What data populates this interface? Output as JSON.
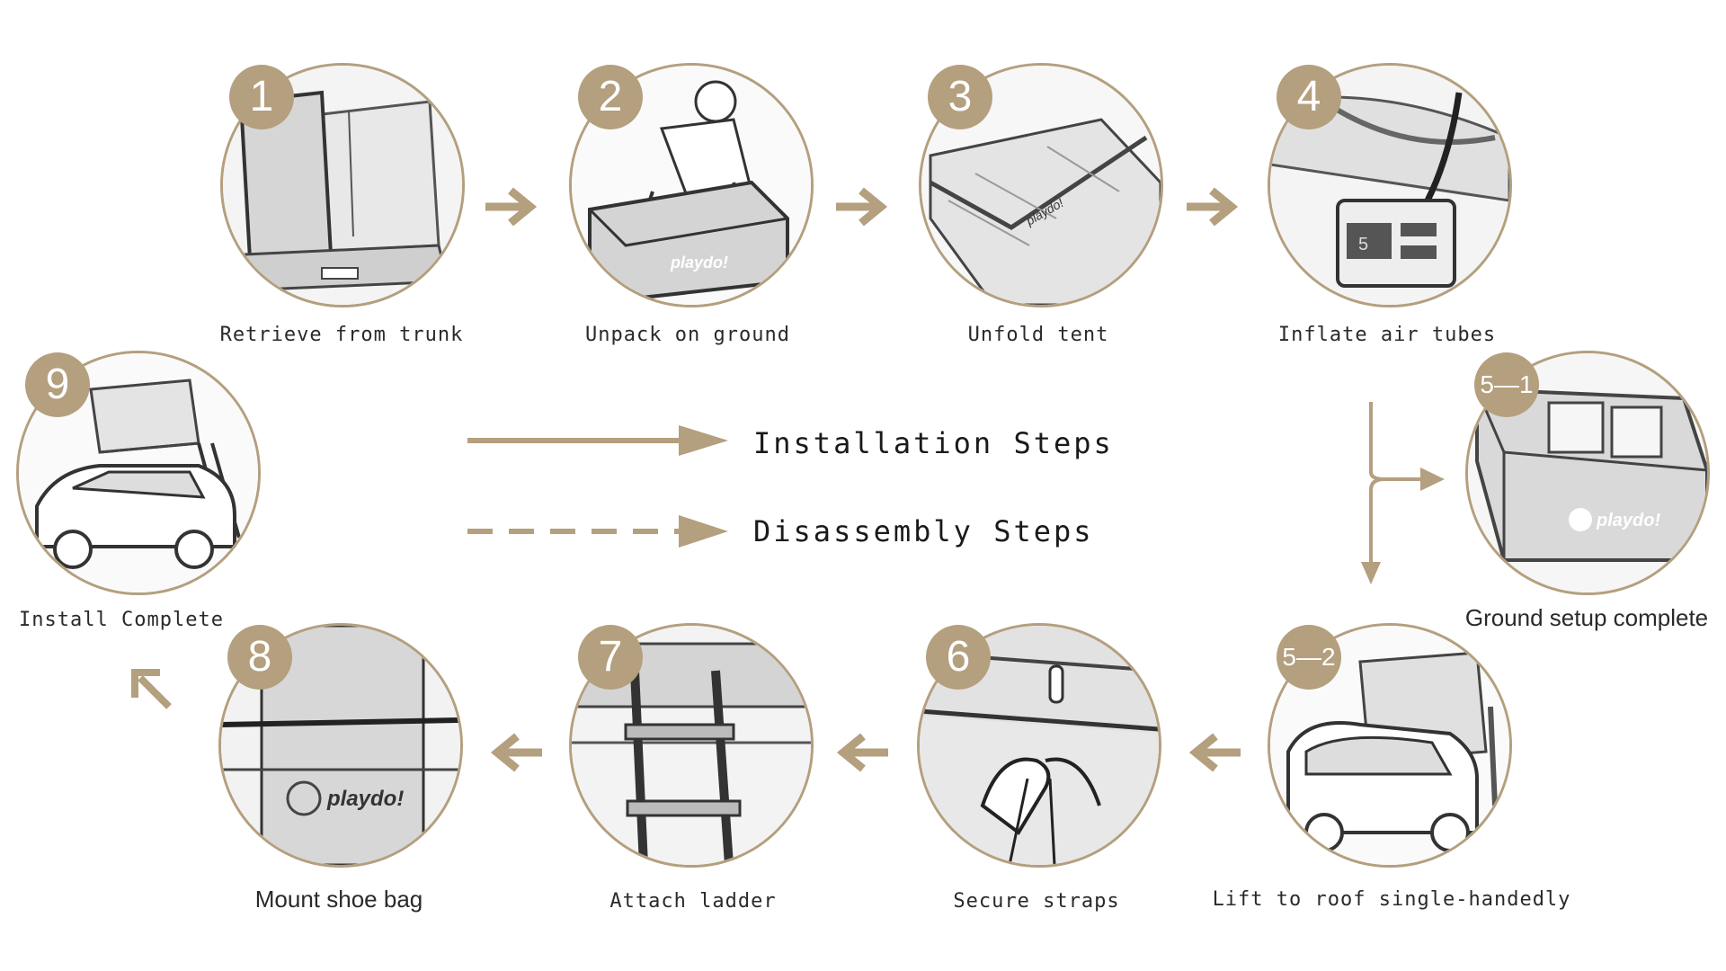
{
  "colors": {
    "accent": "#b49f7e",
    "line": "#555555",
    "fill": "#e4e4e4"
  },
  "steps": [
    {
      "badge": "1",
      "label": "Retrieve from trunk",
      "icon": "car-trunk-icon"
    },
    {
      "badge": "2",
      "label": "Unpack on ground",
      "icon": "unpack-bag-icon"
    },
    {
      "badge": "3",
      "label": "Unfold tent",
      "icon": "unfold-tent-icon"
    },
    {
      "badge": "4",
      "label": "Inflate air tubes",
      "icon": "air-pump-icon"
    },
    {
      "badge": "5—1",
      "label": "Ground setup complete",
      "icon": "tent-on-ground-icon"
    },
    {
      "badge": "5—2",
      "label": "Lift to roof single-handedly",
      "icon": "lift-tent-icon"
    },
    {
      "badge": "6",
      "label": "Secure straps",
      "icon": "strap-buckle-icon"
    },
    {
      "badge": "7",
      "label": "Attach ladder",
      "icon": "ladder-icon"
    },
    {
      "badge": "8",
      "label": "Mount shoe bag",
      "icon": "shoe-bag-icon"
    },
    {
      "badge": "9",
      "label": "Install Complete",
      "icon": "car-with-rooftop-tent-icon"
    }
  ],
  "brand": "playdo!",
  "legend": {
    "installation": "Installation Steps",
    "disassembly": "Disassembly Steps"
  },
  "pump_display": "5"
}
